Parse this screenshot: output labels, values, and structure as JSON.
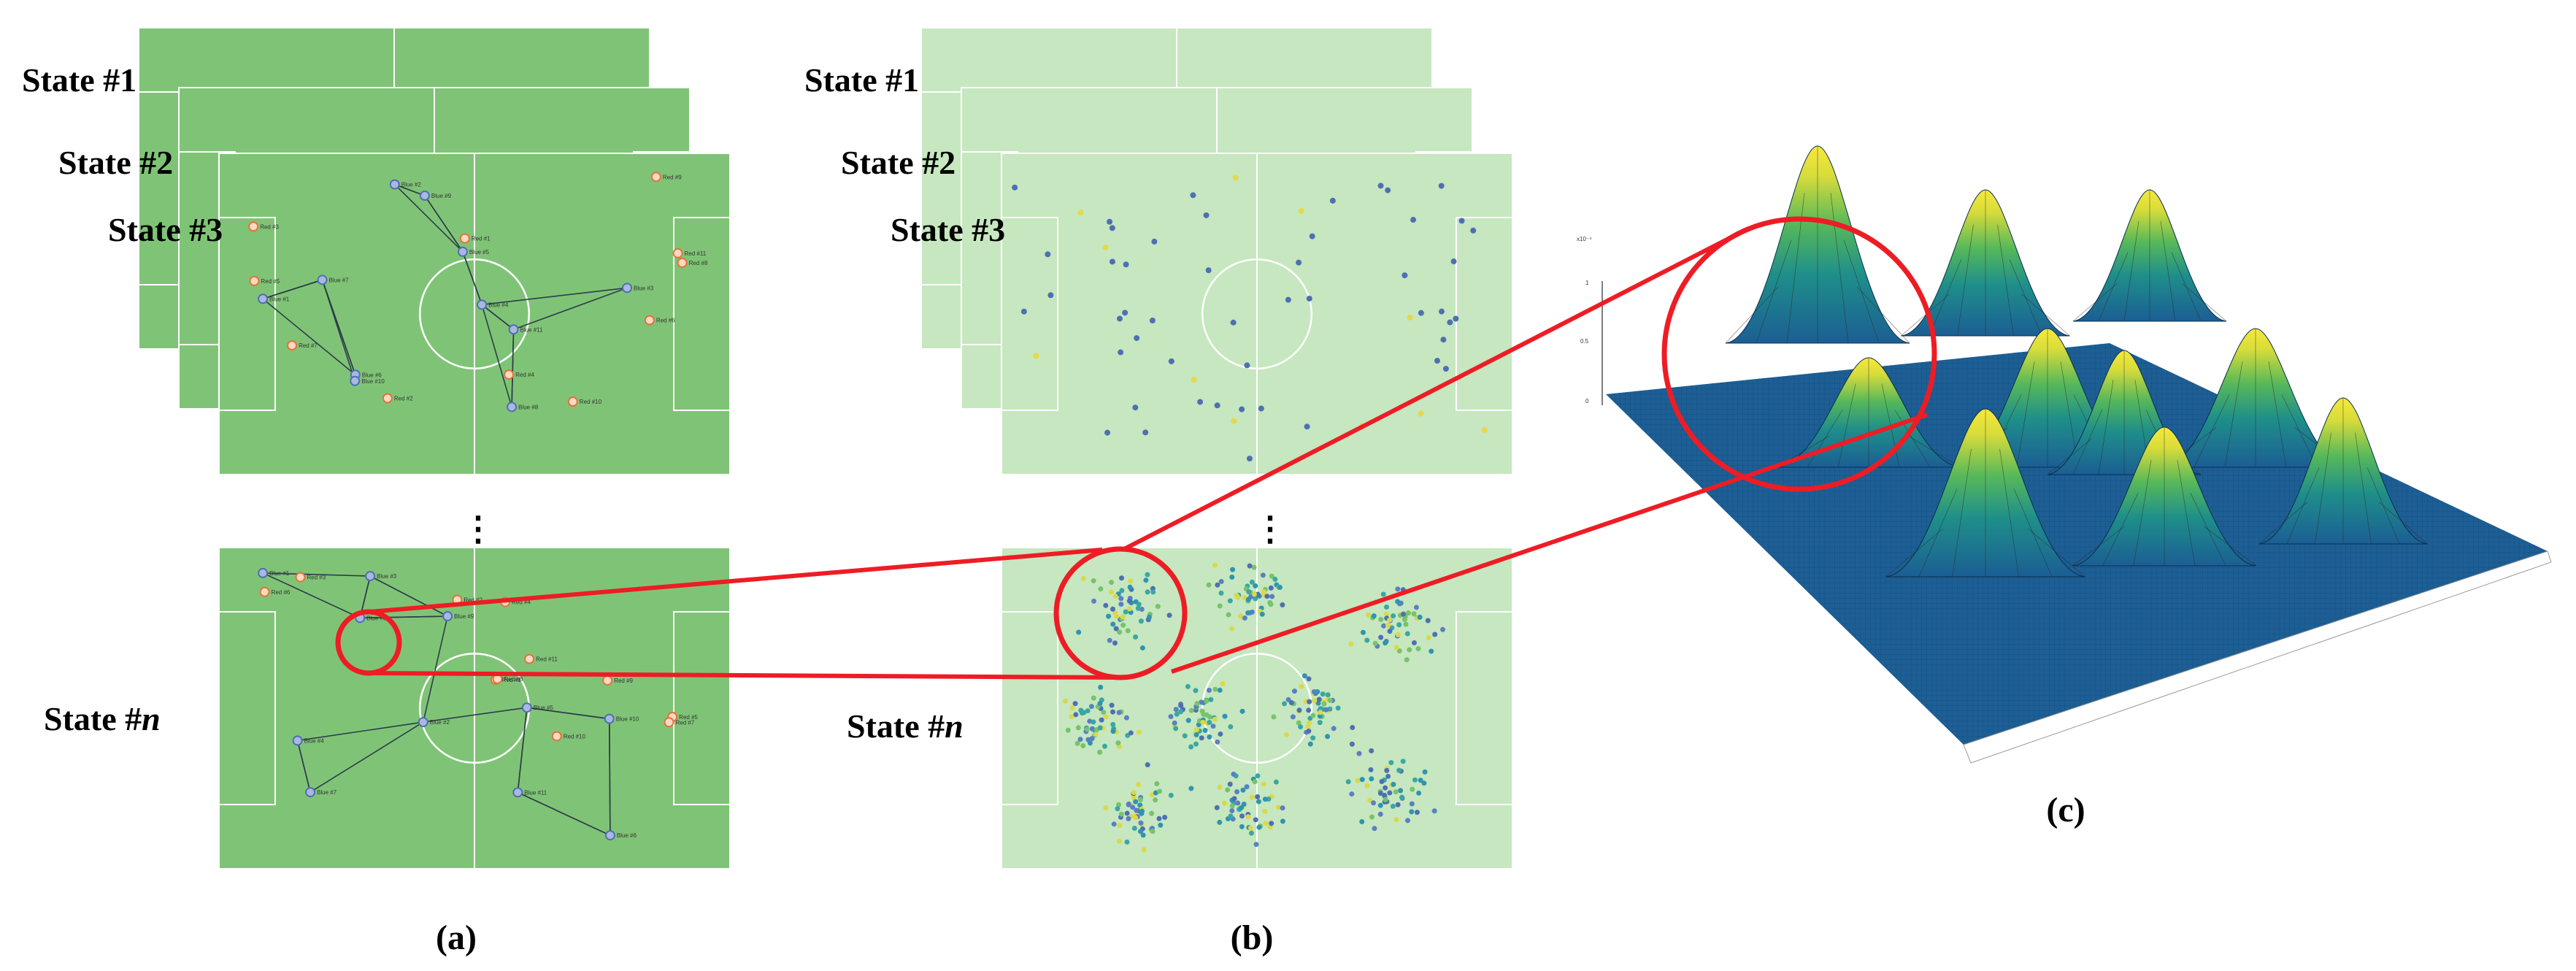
{
  "panel_a": {
    "caption": "(a)",
    "states": [
      "State #1",
      "State #2",
      "State #3"
    ],
    "state_n_prefix": "State #",
    "state_n_var": "n",
    "continuation": "⋮"
  },
  "panel_b": {
    "caption": "(b)",
    "states": [
      "State #1",
      "State #2",
      "State #3"
    ],
    "state_n_prefix": "State #",
    "state_n_var": "n",
    "continuation": "⋮"
  },
  "panel_c": {
    "caption": "(c)",
    "z_exponent_label": "x10⁻⁴",
    "z_ticks": [
      "1",
      "0.5",
      "0"
    ]
  },
  "colors": {
    "pitch_a": "#7fc476",
    "pitch_b": "#c6e7bf",
    "pitch_line": "#ffffff",
    "red_player": "#e0743a",
    "blue_player": "#4f6fb3",
    "highlight": "#ee1c25",
    "surface_base": "#1b5e94",
    "surface_peak": "#f6e83c"
  },
  "node_labels": {
    "red_prefix": "Red #",
    "blue_prefix": "Blue #"
  }
}
